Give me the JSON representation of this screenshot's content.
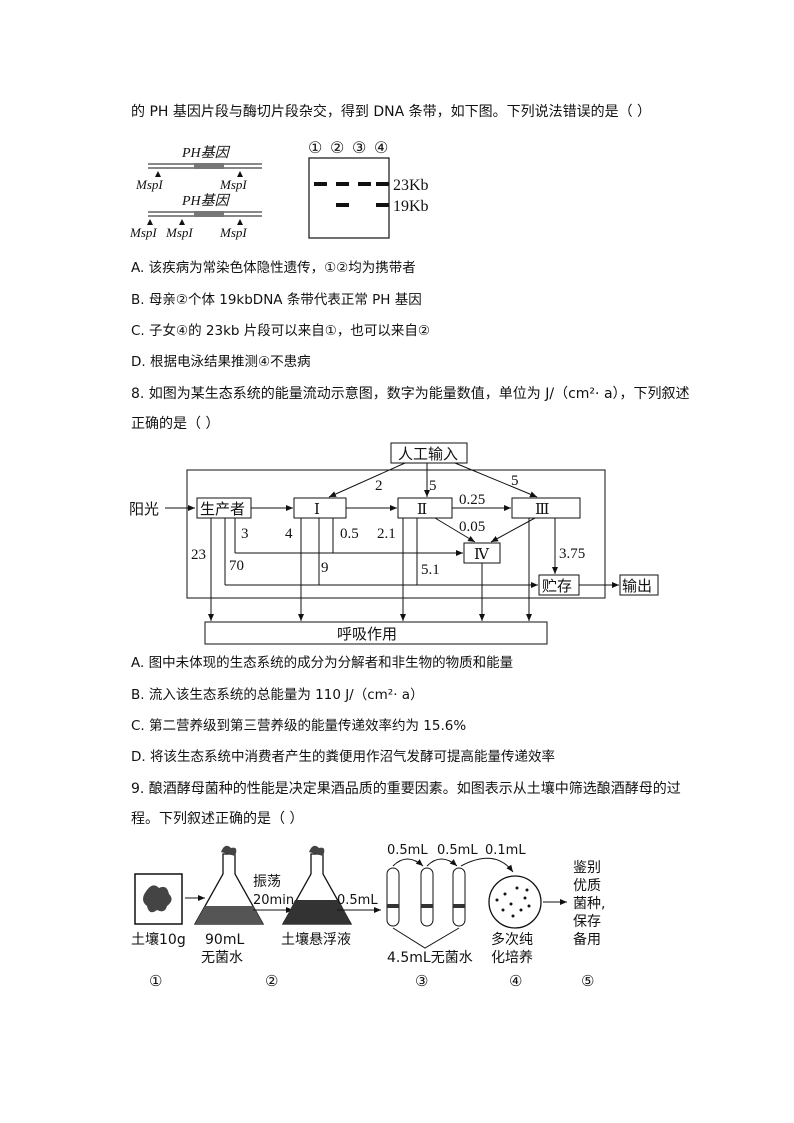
{
  "q7": {
    "stem_tail": "的 PH 基因片段与酶切片段杂交，得到 DNA 条带，如下图。下列说法错误的是（    ）",
    "figure": {
      "gene_label": "PH基因",
      "site_label": "MspI",
      "lanes": [
        "①",
        "②",
        "③",
        "④"
      ],
      "band_23": "23Kb",
      "band_19": "19Kb"
    },
    "options": [
      "A.  该疾病为常染色体隐性遗传，①②均为携带者",
      "B.  母亲②个体 19kbDNA 条带代表正常 PH 基因",
      "C.  子女④的 23kb 片段可以来自①，也可以来自②",
      "D.  根据电泳结果推测④不患病"
    ]
  },
  "q8": {
    "stem_1": "8.   如图为某生态系统的能量流动示意图，数字为能量数值，单位为 J/（cm²· a），下列叙述",
    "stem_2": "正确的是（    ）",
    "figure": {
      "input": "人工输入",
      "sun": "阳光",
      "producer": "生产者",
      "n1": "Ⅰ",
      "n2": "Ⅱ",
      "n3": "Ⅲ",
      "n4": "Ⅳ",
      "storage": "贮存",
      "output": "输出",
      "respiration": "呼吸作用",
      "v2": "2",
      "v5a": "5",
      "v5b": "5",
      "v025": "0.25",
      "v005": "0.05",
      "v3": "3",
      "v4": "4",
      "v05": "0.5",
      "v21": "2.1",
      "v23": "23",
      "v70": "70",
      "v9": "9",
      "v51": "5.1",
      "v375": "3.75"
    },
    "options": [
      "A.  图中未体现的生态系统的成分为分解者和非生物的物质和能量",
      "B.  流入该生态系统的总能量为 110 J/（cm²· a）",
      "C.  第二营养级到第三营养级的能量传递效率约为 15.6%",
      "D.  将该生态系统中消费者产生的粪便用作沼气发酵可提高能量传递效率"
    ]
  },
  "q9": {
    "stem_1": "9.   酿酒酵母菌种的性能是决定果酒品质的重要因素。如图表示从土壤中筛选酿酒酵母的过",
    "stem_2": "程。下列叙述正确的是（    ）",
    "figure": {
      "soil": "土壤10g",
      "water90a": "90mL",
      "water90b": "无菌水",
      "shake1": "振荡",
      "shake2": "20min",
      "v05a": "0.5mL",
      "suspension": "土壤悬浮液",
      "v05b": "0.5mL",
      "v05c": "0.5mL",
      "v01": "0.1mL",
      "water45": "4.5mL无菌水",
      "culture1": "多次纯",
      "culture2": "化培养",
      "ident": [
        "鉴别",
        "优质",
        "菌种,",
        "保存",
        "备用"
      ],
      "steps": [
        "①",
        "②",
        "③",
        "④",
        "⑤"
      ]
    }
  }
}
